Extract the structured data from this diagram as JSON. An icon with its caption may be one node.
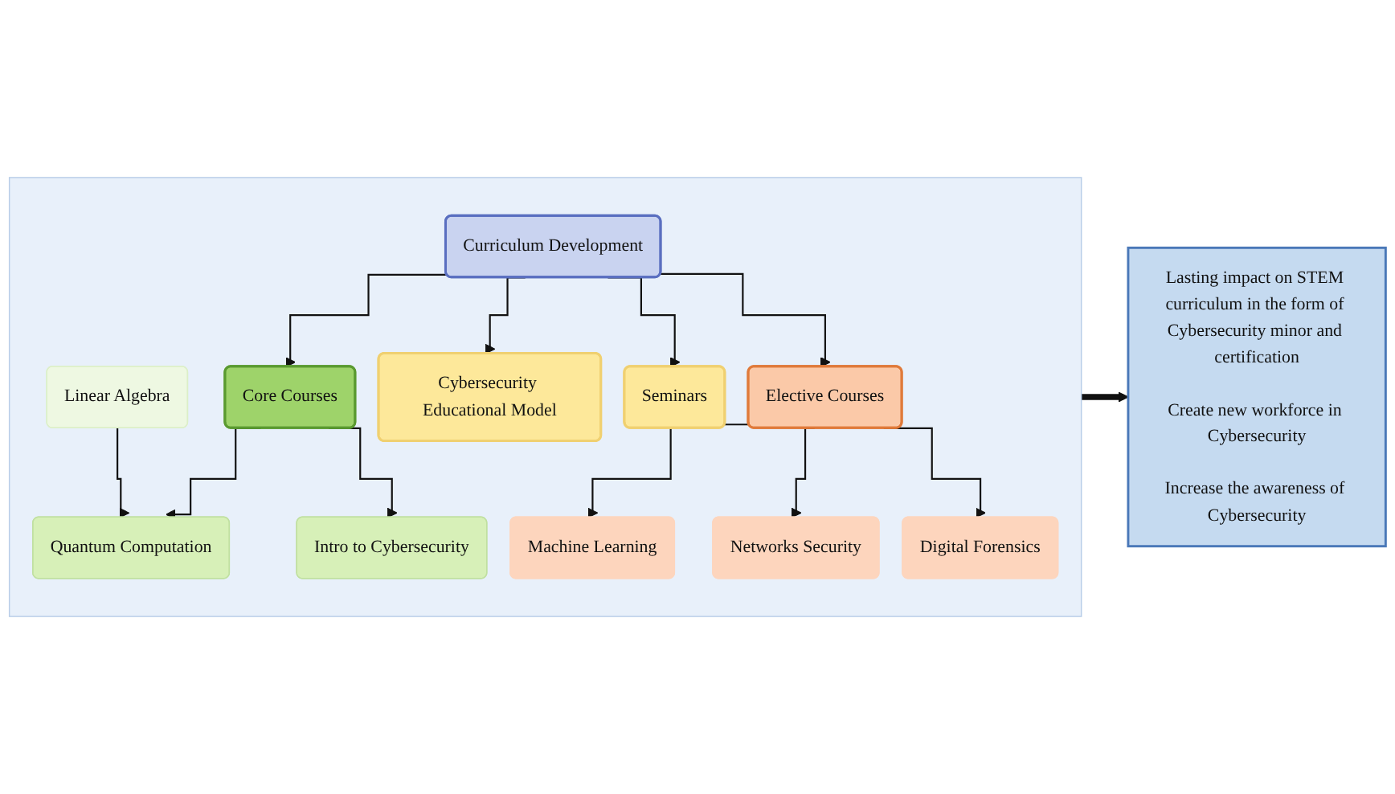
{
  "diagram": {
    "nodes": [
      {
        "text": [],
        "shape": "box"
      },
      {
        "text": [
          "Curriculum Development"
        ],
        "in": 0
      },
      {
        "text": [
          "Core Courses"
        ],
        "in": 0
      },
      {
        "text": [
          "Quantum Computation"
        ],
        "in": 0
      },
      {
        "text": [
          "Linear Algebra"
        ],
        "in": 0
      },
      {
        "text": [
          "Intro to Cybersecurity"
        ],
        "in": 0
      },
      {
        "text": [
          "Elective Courses"
        ],
        "in": 0
      },
      {
        "text": [
          "Machine Learning"
        ],
        "in": 0
      },
      {
        "text": [
          "Networks Security"
        ],
        "in": 0
      },
      {
        "text": [
          "Digital Forensics"
        ],
        "in": 0
      },
      {
        "text": [
          "Cybersecurity Educational Model"
        ],
        "in": 0
      },
      {
        "text": [
          "Seminars"
        ],
        "in": 0
      },
      {
        "text": [
          "Lasting impact on STEM curriculum in the form of Cybersecurity minor and certification",
          "Create new workforce in Cybersecurity",
          "Increase the awareness of Cybersecurity"
        ]
      }
    ],
    "edges": [
      {
        "from": 1,
        "to": 2,
        "arrow": "to"
      },
      {
        "from": 1,
        "to": 6,
        "arrow": "to"
      },
      {
        "from": 1,
        "to": 10,
        "arrow": "to"
      },
      {
        "from": 1,
        "to": 11,
        "arrow": "to"
      },
      {
        "from": 2,
        "to": 3,
        "arrow": "to"
      },
      {
        "from": 2,
        "to": 5,
        "arrow": "to"
      },
      {
        "from": 4,
        "to": 3,
        "arrow": "to"
      },
      {
        "from": 6,
        "to": 7,
        "arrow": "to"
      },
      {
        "from": 6,
        "to": 8,
        "arrow": "to"
      },
      {
        "from": 6,
        "to": 9,
        "arrow": "to"
      },
      {
        "from": 0,
        "to": 12,
        "arrow": "to",
        "style": "thick"
      }
    ]
  }
}
